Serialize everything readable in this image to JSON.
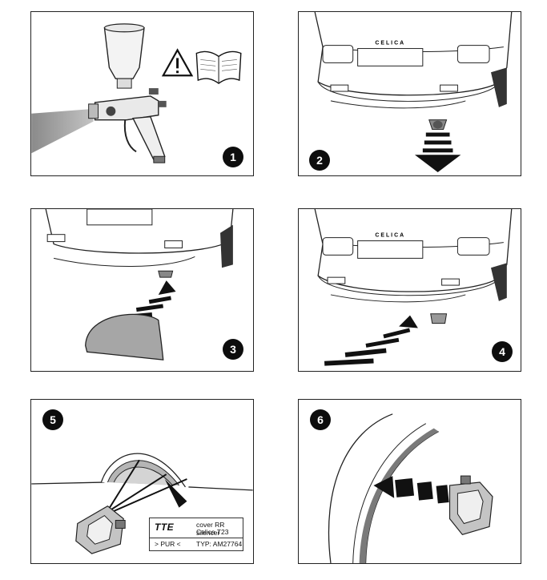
{
  "panels": [
    {
      "step": "1"
    },
    {
      "step": "2",
      "plate_text": "CELICA"
    },
    {
      "step": "3"
    },
    {
      "step": "4",
      "plate_text": "CELICA"
    },
    {
      "step": "5"
    },
    {
      "step": "6"
    }
  ],
  "part_label": {
    "brand": "TTE",
    "line1": "cover RR silencer",
    "line2": "Celica T23",
    "material": "> PUR <",
    "type": "TYP: AM27764"
  },
  "colors": {
    "ink": "#1a1a1a",
    "badge": "#0d0d0d",
    "shade": "#9a9a9a",
    "light_shade": "#cfcfcf"
  }
}
